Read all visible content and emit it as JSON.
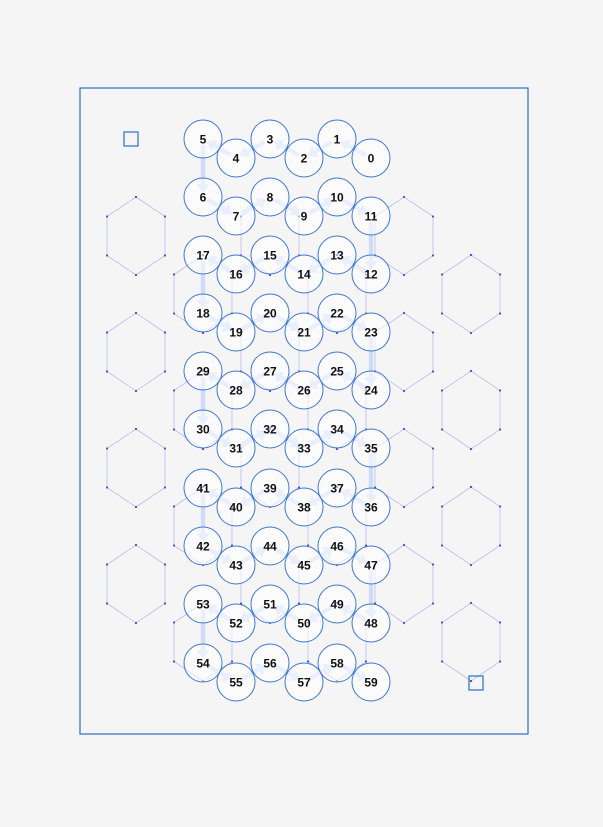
{
  "diagram": {
    "colors": {
      "background": "#f5f5f5",
      "frame": "#2a6fc4",
      "node_stroke": "#3f78d2",
      "node_fill": "#ffffff",
      "arrow": "#cfdcf8",
      "grid": "#b9bff0",
      "grid_dot": "#4a4ad0",
      "corner_marker": "#2a6fc4"
    },
    "grid": {
      "style": "hexagonal",
      "visible": true
    },
    "corner_markers": [
      "top-left",
      "bottom-right"
    ],
    "nodes": [
      "0",
      "1",
      "2",
      "3",
      "4",
      "5",
      "6",
      "7",
      "8",
      "9",
      "10",
      "11",
      "12",
      "13",
      "14",
      "15",
      "16",
      "17",
      "18",
      "19",
      "20",
      "21",
      "22",
      "23",
      "24",
      "25",
      "26",
      "27",
      "28",
      "29",
      "30",
      "31",
      "32",
      "33",
      "34",
      "35",
      "36",
      "37",
      "38",
      "39",
      "40",
      "41",
      "42",
      "43",
      "44",
      "45",
      "46",
      "47",
      "48",
      "49",
      "50",
      "51",
      "52",
      "53",
      "54",
      "55",
      "56",
      "57",
      "58",
      "59"
    ],
    "sequence_links": "0→1→2→…→59"
  }
}
